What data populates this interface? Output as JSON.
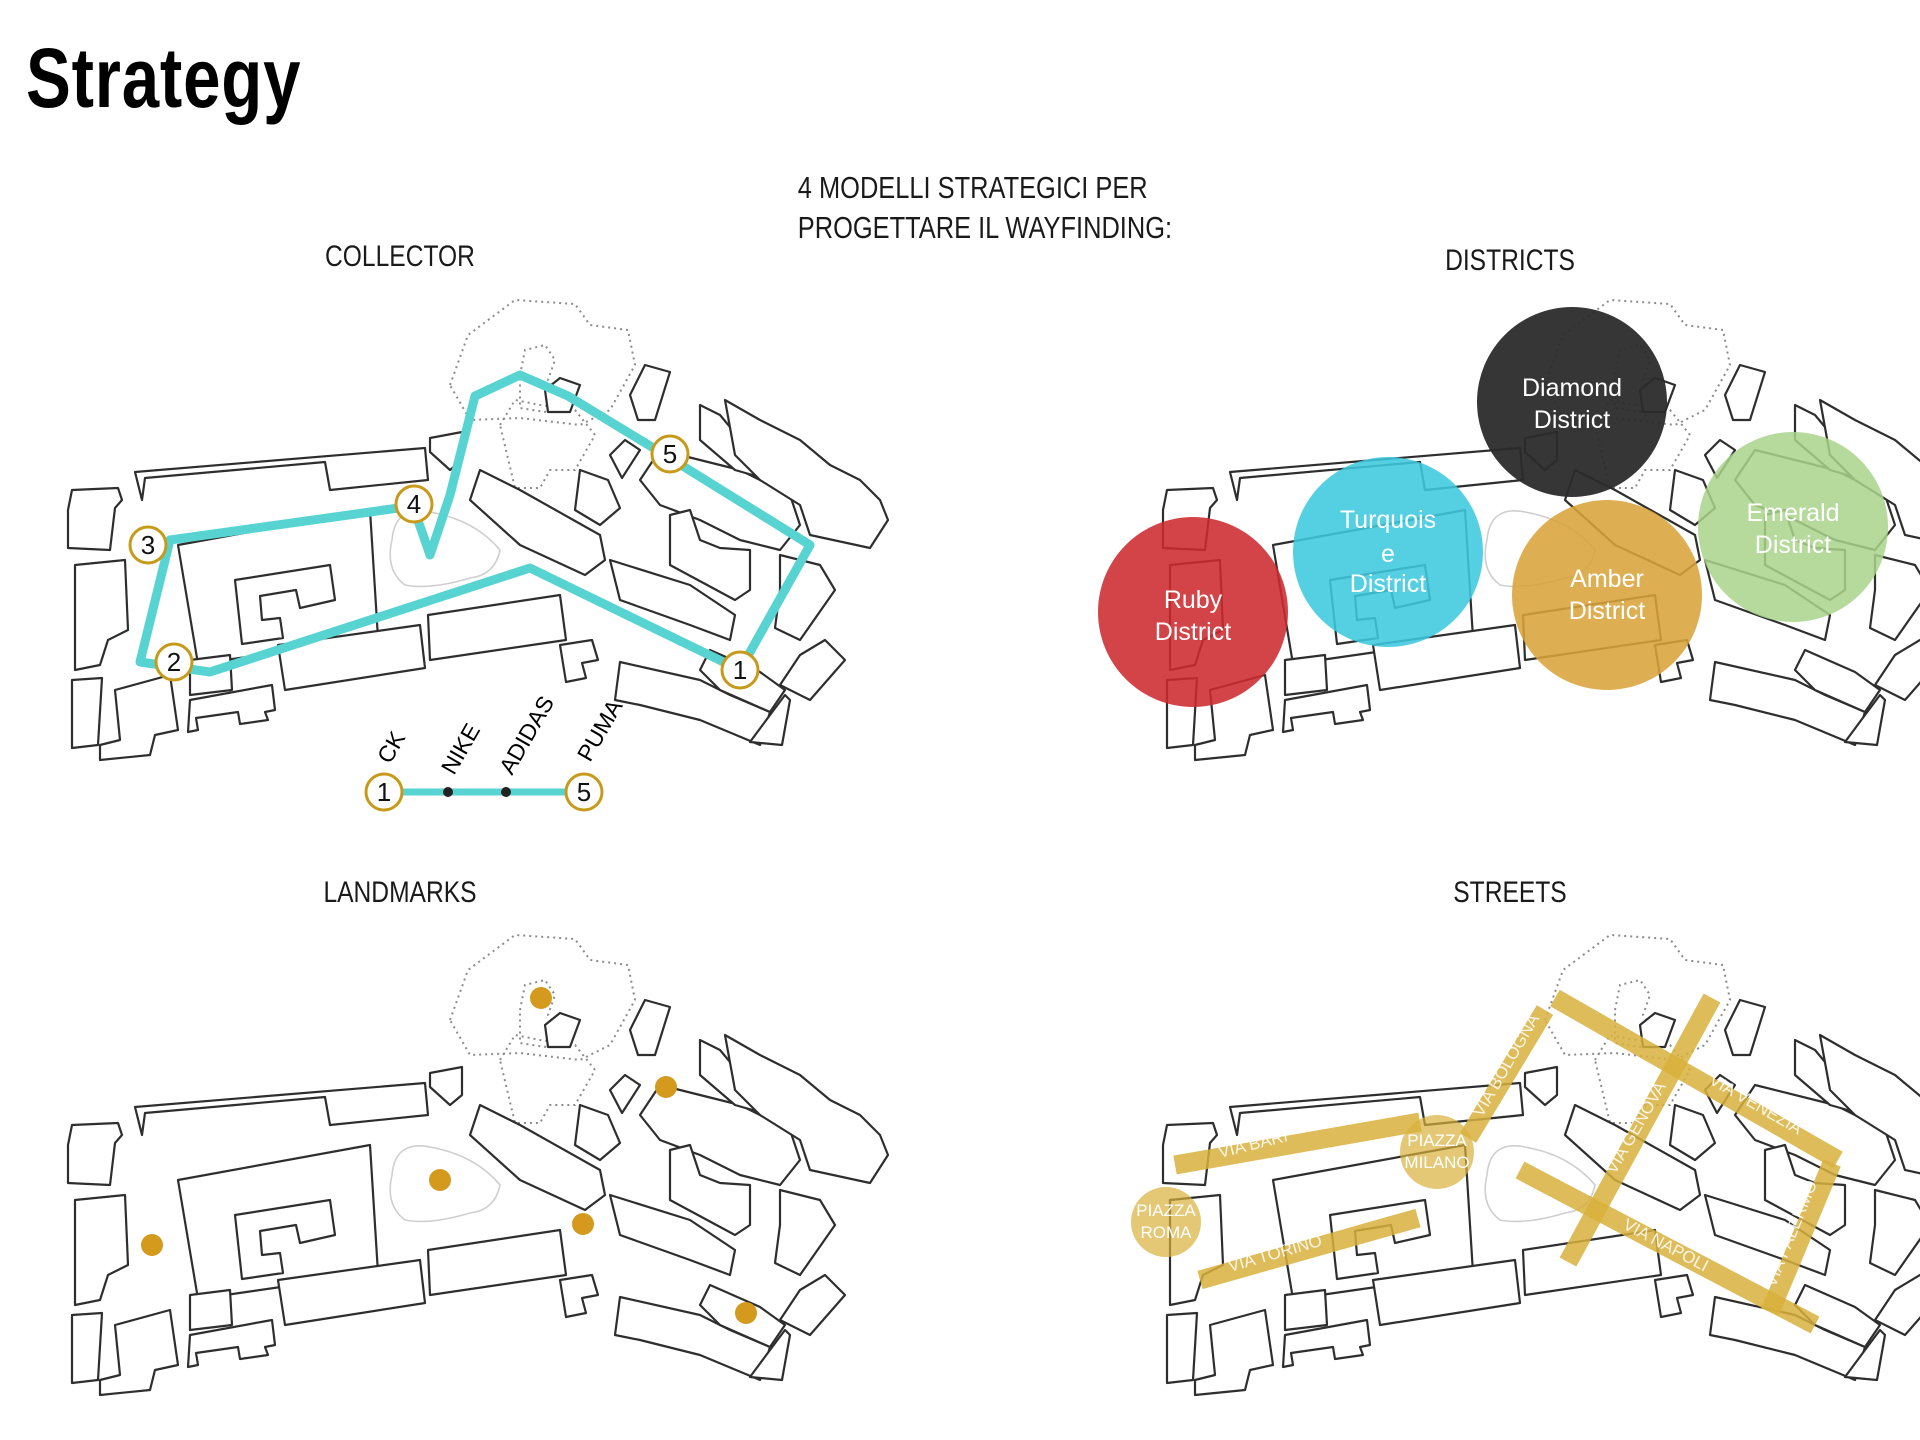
{
  "title": "Strategy",
  "subtitle": {
    "line1": "4 MODELLI STRATEGICI PER",
    "line2": "PROGETTARE IL WAYFINDING:"
  },
  "panels": {
    "collector": {
      "title": "COLLECTOR",
      "route_color": "#57d4d1",
      "marker_color": "#c89a1a",
      "stops": [
        "1",
        "2",
        "3",
        "4",
        "5"
      ],
      "legend": {
        "start": "1",
        "end": "5",
        "labels": [
          "CK",
          "NIKE",
          "ADIDAS",
          "PUMA"
        ]
      }
    },
    "districts": {
      "title": "DISTRICTS",
      "items": [
        {
          "line1": "Ruby",
          "line2": "District",
          "line3": "",
          "color": "#cc2a2e"
        },
        {
          "line1": "Turquois",
          "line2": "e",
          "line3": "District",
          "color": "#3cc9de"
        },
        {
          "line1": "Diamond",
          "line2": "District",
          "line3": "",
          "color": "#2b2b2b"
        },
        {
          "line1": "Amber",
          "line2": "District",
          "line3": "",
          "color": "#d9a43a"
        },
        {
          "line1": "Emerald",
          "line2": "District",
          "line3": "",
          "color": "#a8d48a"
        }
      ]
    },
    "landmarks": {
      "title": "LANDMARKS",
      "dot_color": "#d49a1e"
    },
    "streets": {
      "title": "STREETS",
      "street_color": "#d8b03c",
      "streets": [
        "VIA BARI",
        "VIA TORINO",
        "VIA BOLOGNA",
        "VIA GENOVA",
        "VIA VENEZIA",
        "VIA NAPOLI",
        "VIA PALERMO"
      ],
      "piazzas": [
        {
          "line1": "PIAZZA",
          "line2": "ROMA"
        },
        {
          "line1": "PIAZZA",
          "line2": "MILANO"
        }
      ]
    }
  }
}
